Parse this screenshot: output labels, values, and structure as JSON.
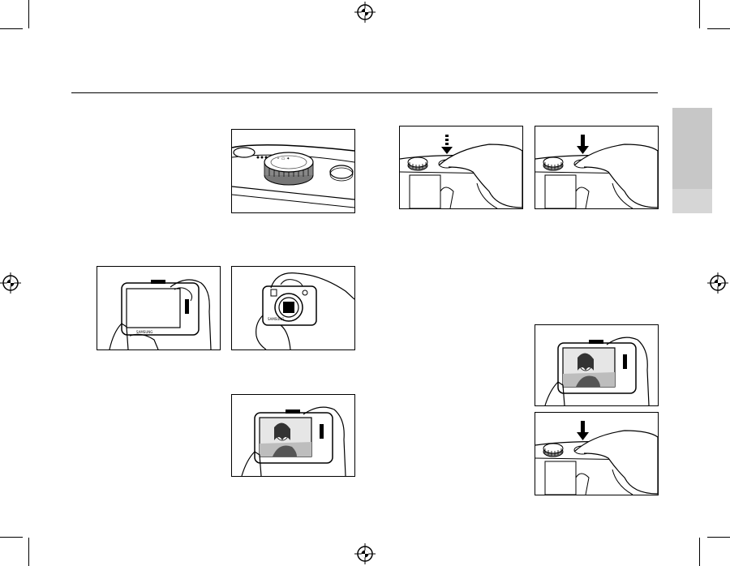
{
  "page": {
    "background": "#ffffff",
    "tab_color": "#c7c7c7"
  },
  "icons": {
    "registration_marks": [
      "crosshair-registration-icon"
    ],
    "arrow_dashed": "dashed-down-arrow-icon",
    "arrow_solid": "solid-down-arrow-icon"
  },
  "illustrations": [
    {
      "name": "mode-dial-illustration",
      "depicts": "camera top with mode dial"
    },
    {
      "name": "hold-camera-back-illustration",
      "depicts": "hands holding camera, rear view"
    },
    {
      "name": "hold-camera-front-illustration",
      "depicts": "hands holding camera, front view"
    },
    {
      "name": "compose-shot-illustration",
      "depicts": "camera LCD showing subject"
    },
    {
      "name": "shutter-half-press-illustration",
      "depicts": "finger half-pressing shutter"
    },
    {
      "name": "shutter-full-press-illustration",
      "depicts": "finger fully pressing shutter"
    },
    {
      "name": "compose-shot-small-illustration",
      "depicts": "camera LCD showing subject"
    },
    {
      "name": "shutter-press-small-illustration",
      "depicts": "finger pressing shutter"
    }
  ]
}
